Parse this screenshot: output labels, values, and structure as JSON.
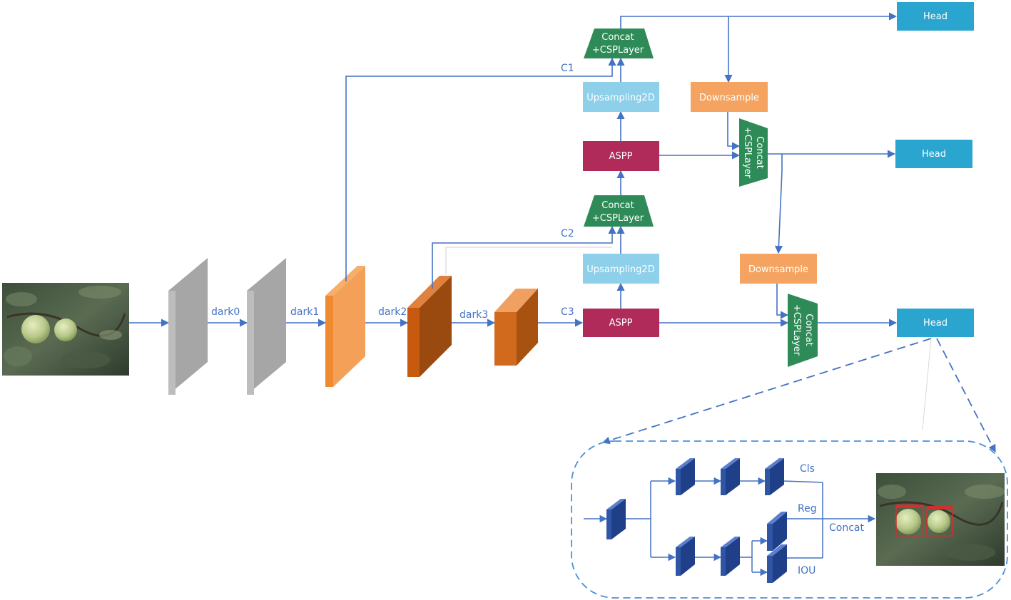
{
  "colors": {
    "line": "#4472C4",
    "label": "#4472C4",
    "concat_green": "#2E8B57",
    "aspp_crimson": "#B02A5A",
    "upsampling_lightblue": "#8ECFEA",
    "downsample_orange": "#F4A460",
    "head_blue": "#2AA5CF",
    "gray_block": "#A6A6A6",
    "orange_block": "#F08A30",
    "dark_orange_block": "#C85A10",
    "head_block_blue": "#2F55A4"
  },
  "labels": {
    "dark0": "dark0",
    "dark1": "dark1",
    "dark2": "dark2",
    "dark3": "dark3",
    "c1": "C1",
    "c2": "C2",
    "c3": "C3"
  },
  "nodes": {
    "concat_top_line1": "Concat",
    "concat_top_line2": "+CSPLayer",
    "concat_mid_line1": "Concat",
    "concat_mid_line2": "+CSPLayer",
    "concat_right_mid_line1": "Concat",
    "concat_right_mid_line2": "+CSPLayer",
    "concat_right_bottom_line1": "Concat",
    "concat_right_bottom_line2": "+CSPLayer",
    "upsampling_top": "Upsampling2D",
    "upsampling_bottom": "Upsampling2D",
    "aspp_top": "ASPP",
    "aspp_bottom": "ASPP",
    "downsample_top": "Downsample",
    "downsample_bottom": "Downsample",
    "head_top": "Head",
    "head_mid": "Head",
    "head_bottom": "Head"
  },
  "head_detail": {
    "cls": "Cls",
    "reg": "Reg",
    "iou": "IOU",
    "concat": "Concat"
  },
  "icons": {
    "input_image": "apple-tree-photo",
    "output_image": "apple-detection-photo"
  }
}
